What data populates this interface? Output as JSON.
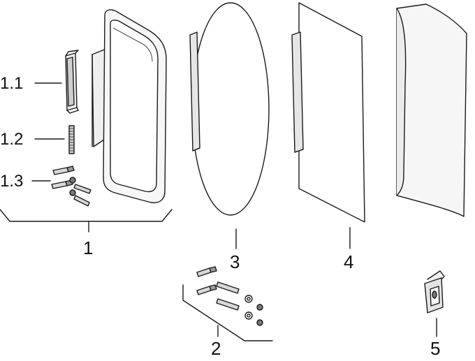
{
  "labels": {
    "sub_1_1": "1.1",
    "sub_1_2": "1.2",
    "sub_1_3": "1.3",
    "part_1": "1",
    "part_2": "2",
    "part_3": "3",
    "part_4": "4",
    "part_5": "5"
  },
  "colors": {
    "stroke": "#1a1a1a",
    "fill_light": "#f4f4f4",
    "fill_mid": "#e2e2e2",
    "fill_dark": "#8a8a8a"
  }
}
